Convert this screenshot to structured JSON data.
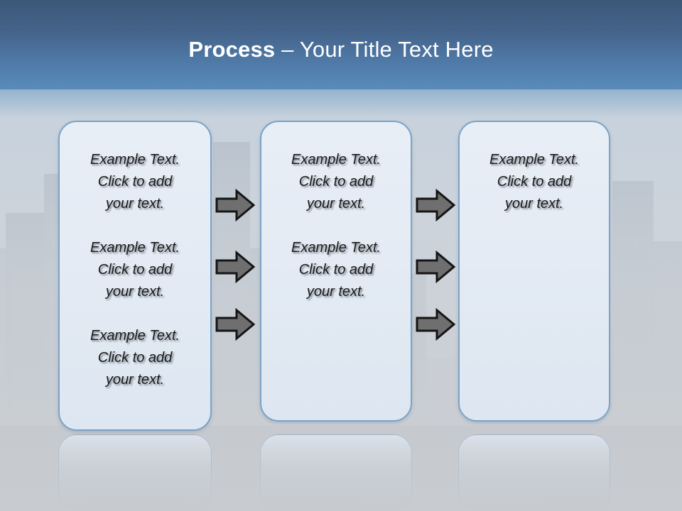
{
  "slide": {
    "title_strong": "Process",
    "title_rest": " – Your Title Text Here",
    "background": "faded-cityscape-photo",
    "colors": {
      "header_top": "#3b5878",
      "header_bottom": "#5a8bb9",
      "box_border": "#7ba3c8",
      "box_fill": "#e5ecf5",
      "arrow_fill": "#6f6f6f",
      "arrow_outline": "#1c1c1c",
      "title_text": "#ffffff",
      "body_text": "#1a1a1a"
    }
  },
  "boxes": [
    {
      "id": "box-1",
      "blocks": [
        "Example Text.\nClick  to add\nyour text.",
        "Example Text.\nClick  to add\nyour text.",
        "Example Text.\nClick  to add\nyour text."
      ]
    },
    {
      "id": "box-2",
      "blocks": [
        "Example Text.\nClick  to add\nyour text.",
        "Example Text.\nClick  to add\nyour text."
      ]
    },
    {
      "id": "box-3",
      "blocks": [
        "Example Text.\nClick  to add\nyour text."
      ]
    }
  ],
  "arrows": [
    {
      "id": "arrow-1-top",
      "icon": "right-arrow-icon"
    },
    {
      "id": "arrow-1-middle",
      "icon": "right-arrow-icon"
    },
    {
      "id": "arrow-1-bottom",
      "icon": "right-arrow-icon"
    },
    {
      "id": "arrow-2-top",
      "icon": "right-arrow-icon"
    },
    {
      "id": "arrow-2-middle",
      "icon": "right-arrow-icon"
    },
    {
      "id": "arrow-2-bottom",
      "icon": "right-arrow-icon"
    }
  ]
}
